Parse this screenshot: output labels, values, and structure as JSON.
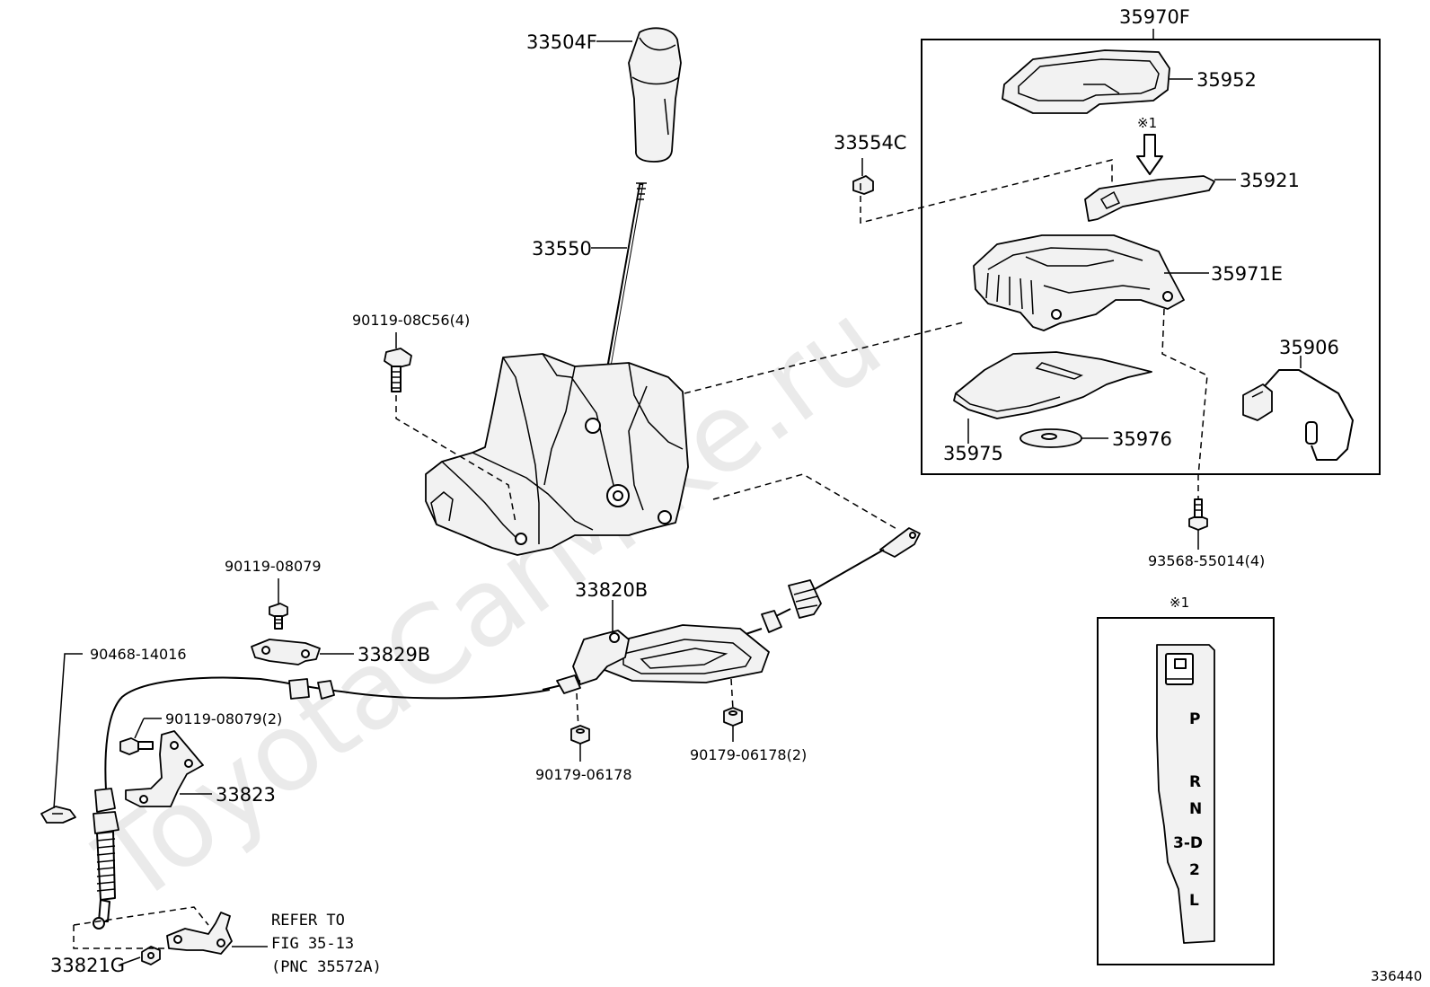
{
  "watermark": "ToyotaCarMike.ru",
  "labels": {
    "knob": "33504F",
    "lever": "33550",
    "bolt_lever": "90119-08C56(4)",
    "indicator_group": "35970F",
    "housing_upper": "35952",
    "plate_35921": "35921",
    "housing_35971e": "35971E",
    "wire_35906": "35906",
    "slide_35975": "35975",
    "disc_35976": "35976",
    "clip_33554c": "33554C",
    "screw_93568": "93568-55014(4)",
    "cable_33820b": "33820B",
    "bolt_90119_08079": "90119-08079",
    "bracket_33829b": "33829B",
    "clip_90468": "90468-14016",
    "bolt_90119_08079_2": "90119-08079(2)",
    "bracket_33823": "33823",
    "nut_90179_a": "90179-06178",
    "nut_90179_b": "90179-06178(2)",
    "nut_33821g": "33821G",
    "ref_line1": "REFER TO",
    "ref_line2": "FIG 35-13",
    "ref_line3": "(PNC 35572A)",
    "note_arrow": "※1",
    "note_box": "※1"
  },
  "shift_gate": {
    "positions": [
      "P",
      "R",
      "N",
      "3-D",
      "2",
      "L"
    ]
  },
  "diagram_code": "336440"
}
